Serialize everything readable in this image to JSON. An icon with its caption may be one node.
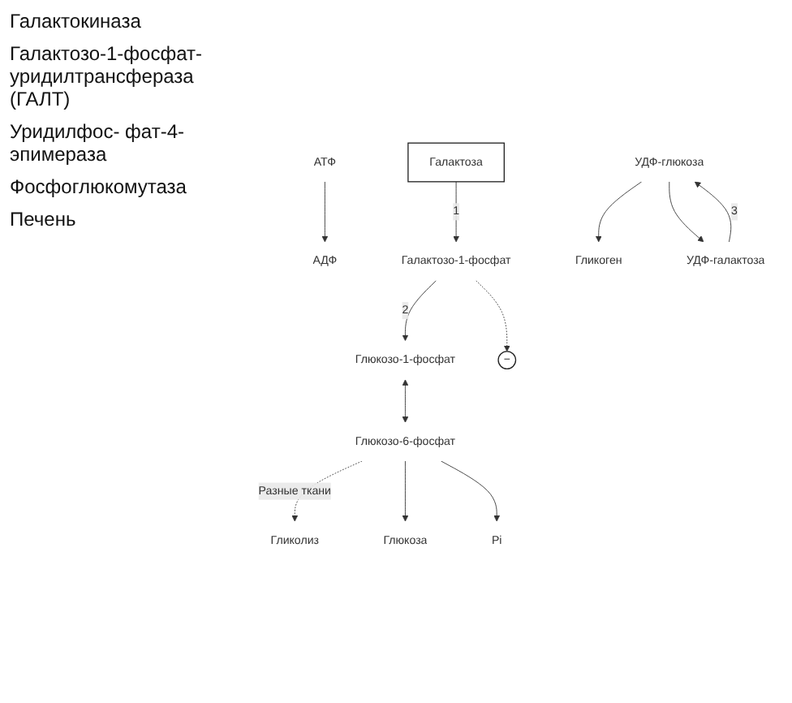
{
  "diagram": {
    "nodes": [
      {
        "text": [
          "Галактоза"
        ]
      },
      {
        "text": [
          "АТФ"
        ]
      },
      {
        "text": [
          "АДФ"
        ]
      },
      {
        "text": [
          "Галактозо-1-фосфат"
        ]
      },
      {
        "text": [
          "Гликоген"
        ]
      },
      {
        "text": [
          "УДФ-глюкоза"
        ]
      },
      {
        "text": [
          "УДФ-галактоза"
        ]
      },
      {
        "text": [
          "Глюкозо-1-фосфат"
        ]
      },
      {
        "text": [
          "−"
        ]
      },
      {
        "text": [
          "Глюкозо-6-фосфат"
        ]
      },
      {
        "text": [
          "Гликолиз"
        ]
      },
      {
        "text": [
          "Pi"
        ]
      },
      {
        "text": [
          "Глюкоза"
        ]
      }
    ],
    "edges": [
      {
        "from": 0,
        "to": 3,
        "arrow": "to",
        "label": "1"
      },
      {
        "from": 1,
        "to": 2,
        "arrow": "to"
      },
      {
        "from": 3,
        "to": 7,
        "arrow": "to",
        "label": "2"
      },
      {
        "from": 5,
        "to": 6,
        "arrow": "to"
      },
      {
        "from": 6,
        "to": 5,
        "arrow": "to",
        "label": "3"
      },
      {
        "from": 5,
        "to": 4,
        "arrow": "to"
      },
      {
        "from": 3,
        "to": 8,
        "arrow": "to",
        "style": "dashed"
      },
      {
        "from": 7,
        "to": 9,
        "arrow": "both"
      },
      {
        "from": 9,
        "to": 10,
        "arrow": "to",
        "style": "dashed",
        "label": "Разные ткани"
      },
      {
        "from": 9,
        "to": 12,
        "arrow": "to"
      },
      {
        "from": 9,
        "to": 11,
        "arrow": "to"
      }
    ],
    "labels": [
      "Галактокиназа",
      "Галактозо-1-фосфат- уридилтрансфераза (ГАЛТ)",
      "Уридилфос- фат-4-эпимераза",
      "Фосфоглюкомутаза",
      "Печень"
    ]
  }
}
